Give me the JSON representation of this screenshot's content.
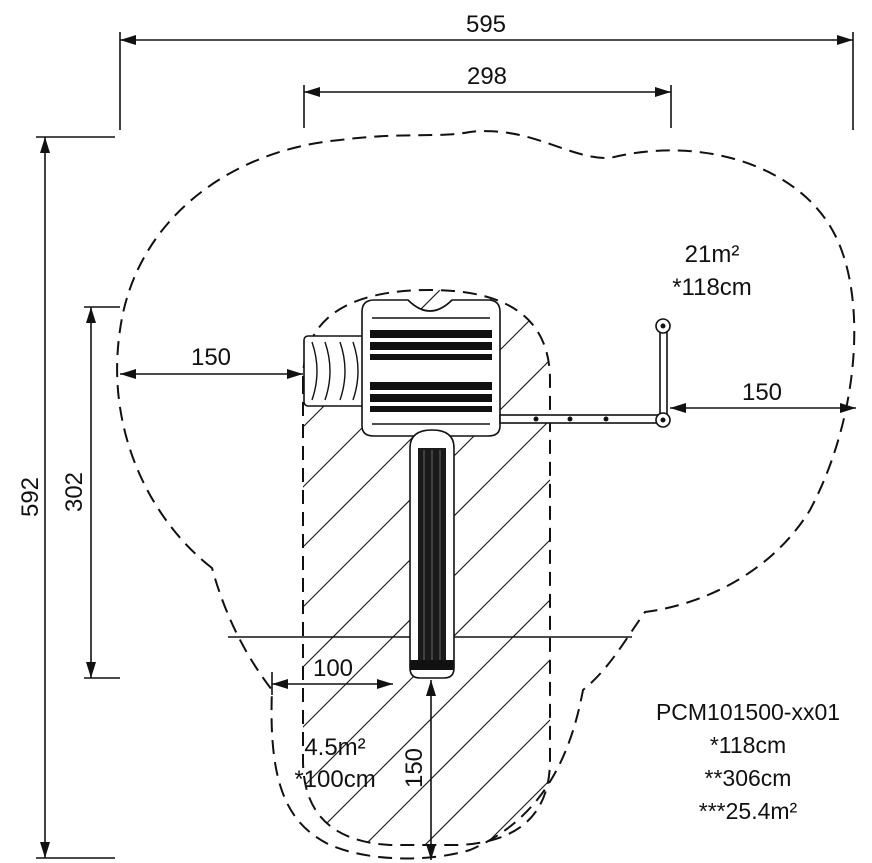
{
  "dimensions": {
    "overall_width": "595",
    "inner_width": "298",
    "overall_height": "592",
    "inner_height": "302",
    "left_clearance": "150",
    "right_clearance": "150",
    "bottom_clearance": "150",
    "slide_zone_width": "100"
  },
  "zones": {
    "main_area": "21m²",
    "main_fall_height": "*118cm",
    "slide_area": "4.5m²",
    "slide_fall_height": "*100cm"
  },
  "product": {
    "code": "PCM101500-xx01",
    "fall_height": "*118cm",
    "platform_height": "**306cm",
    "total_area": "***25.4m²"
  }
}
